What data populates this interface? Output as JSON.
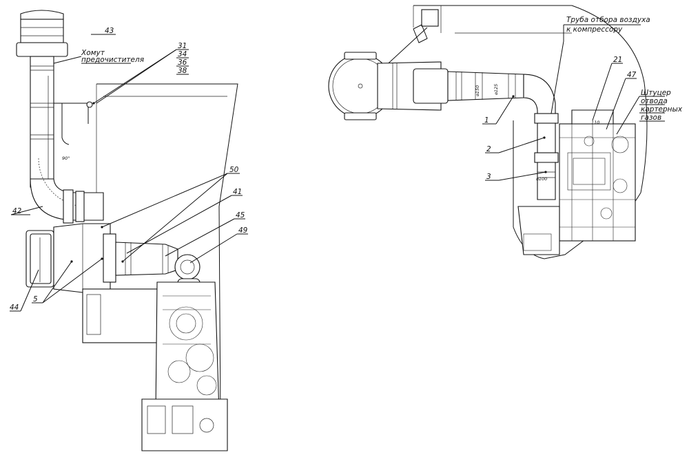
{
  "left_view": {
    "callouts": {
      "c43": "43",
      "c31": "31",
      "c34": "34",
      "c36": "36",
      "c38": "38",
      "c50": "50",
      "c41": "41",
      "c45": "45",
      "c49": "49",
      "c42": "42",
      "c44": "44",
      "c5": "5"
    },
    "note_clamp_line1": "Хомут",
    "note_clamp_line2": "предочистителя",
    "angle": "90°"
  },
  "right_view": {
    "callouts": {
      "c1": "1",
      "c2": "2",
      "c3": "3",
      "c21": "21",
      "c47": "47"
    },
    "note_pipe_line1": "Труба отбора воздуха",
    "note_pipe_line2": "к компрессору",
    "note_fitting_line1": "Штуцер",
    "note_fitting_line2": "отвода",
    "note_fitting_line3": "картерных",
    "note_fitting_line4": "газов",
    "dims": {
      "d150": "⌀150",
      "d125": "⌀125",
      "d100": "⌀100",
      "d110": "110"
    }
  }
}
